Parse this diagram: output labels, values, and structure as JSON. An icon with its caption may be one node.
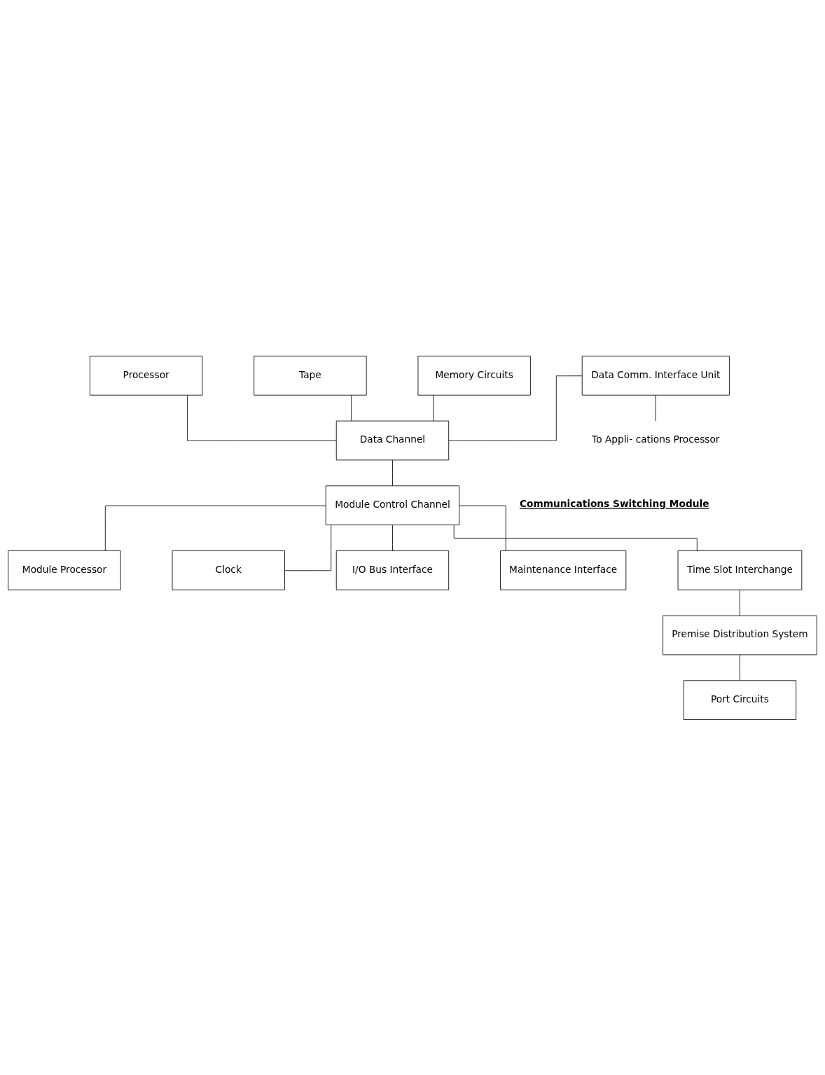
{
  "diagram": {
    "nodes": [
      {
        "text": [
          "Processor"
        ]
      },
      {
        "text": [
          "Tape"
        ]
      },
      {
        "text": [
          "Memory Circuits"
        ]
      },
      {
        "text": [
          "Data Comm. Interface Unit"
        ]
      },
      {
        "text": [
          "To Appli- cations Processor"
        ]
      },
      {
        "text": [
          "Data Channel"
        ]
      },
      {
        "text": [
          "Module Control Channel"
        ]
      },
      {
        "text": [
          "Module Processor"
        ]
      },
      {
        "text": [
          "Clock"
        ]
      },
      {
        "text": [
          "I/O Bus Interface"
        ]
      },
      {
        "text": [
          "Maintenance Interface"
        ]
      },
      {
        "text": [
          "Time Slot Interchange"
        ]
      },
      {
        "text": [
          "Premise Distribution System"
        ]
      },
      {
        "text": [
          "Port Circuits"
        ]
      }
    ],
    "edges": [
      {
        "from": 0,
        "to": 5,
        "arrow": "none"
      },
      {
        "from": 1,
        "to": 5,
        "arrow": "none"
      },
      {
        "from": 2,
        "to": 5,
        "arrow": "none"
      },
      {
        "from": 3,
        "to": 5,
        "arrow": "none"
      },
      {
        "from": 3,
        "to": 4,
        "arrow": "none"
      },
      {
        "from": 5,
        "to": 6,
        "arrow": "none"
      },
      {
        "from": 6,
        "to": 7,
        "arrow": "none"
      },
      {
        "from": 6,
        "to": 8,
        "arrow": "none"
      },
      {
        "from": 6,
        "to": 9,
        "arrow": "none"
      },
      {
        "from": 6,
        "to": 10,
        "arrow": "none"
      },
      {
        "from": 6,
        "to": 11,
        "arrow": "none"
      },
      {
        "from": 11,
        "to": 12,
        "arrow": "none"
      },
      {
        "from": 12,
        "to": 13,
        "arrow": "none"
      }
    ],
    "labels": [
      "Communications Switching Module"
    ]
  }
}
